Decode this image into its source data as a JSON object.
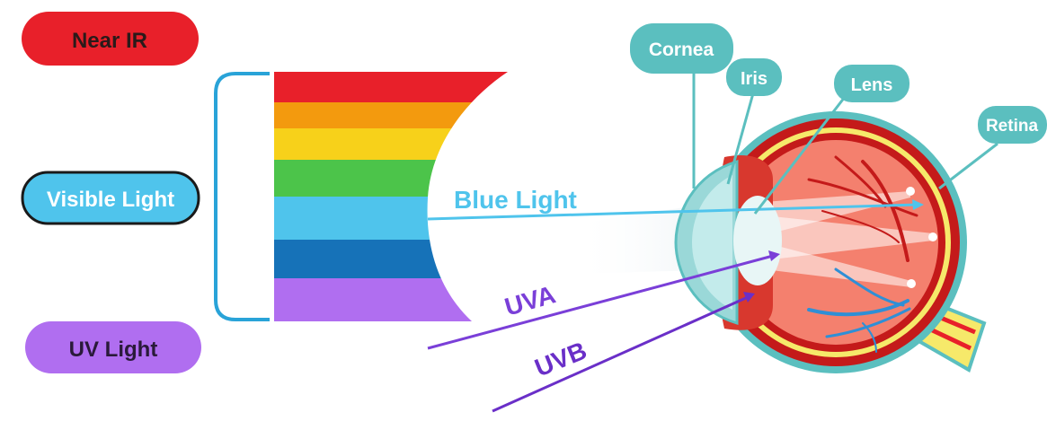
{
  "categories": {
    "near_ir": {
      "label": "Near IR",
      "color": "#e8202a",
      "text_color": "#2a1a1a"
    },
    "visible": {
      "label": "Visible Light",
      "color": "#4fc4ec",
      "text_color": "#ffffff"
    },
    "uv": {
      "label": "UV Light",
      "color": "#b06ef0",
      "text_color": "#2a1a3a"
    }
  },
  "spectrum_colors": [
    "#e8202a",
    "#f39a0e",
    "#f7d11a",
    "#4cc44a",
    "#4fc4ec",
    "#1672b8",
    "#b06ef0"
  ],
  "rays": {
    "blue": {
      "label": "Blue Light",
      "color": "#4fc4ec"
    },
    "uva": {
      "label": "UVA",
      "color": "#7a3fd8"
    },
    "uvb": {
      "label": "UVB",
      "color": "#6a2fc8"
    }
  },
  "eye_labels": {
    "cornea": "Cornea",
    "iris": "Iris",
    "lens": "Lens",
    "retina": "Retina",
    "color": "#5bbfbf"
  }
}
